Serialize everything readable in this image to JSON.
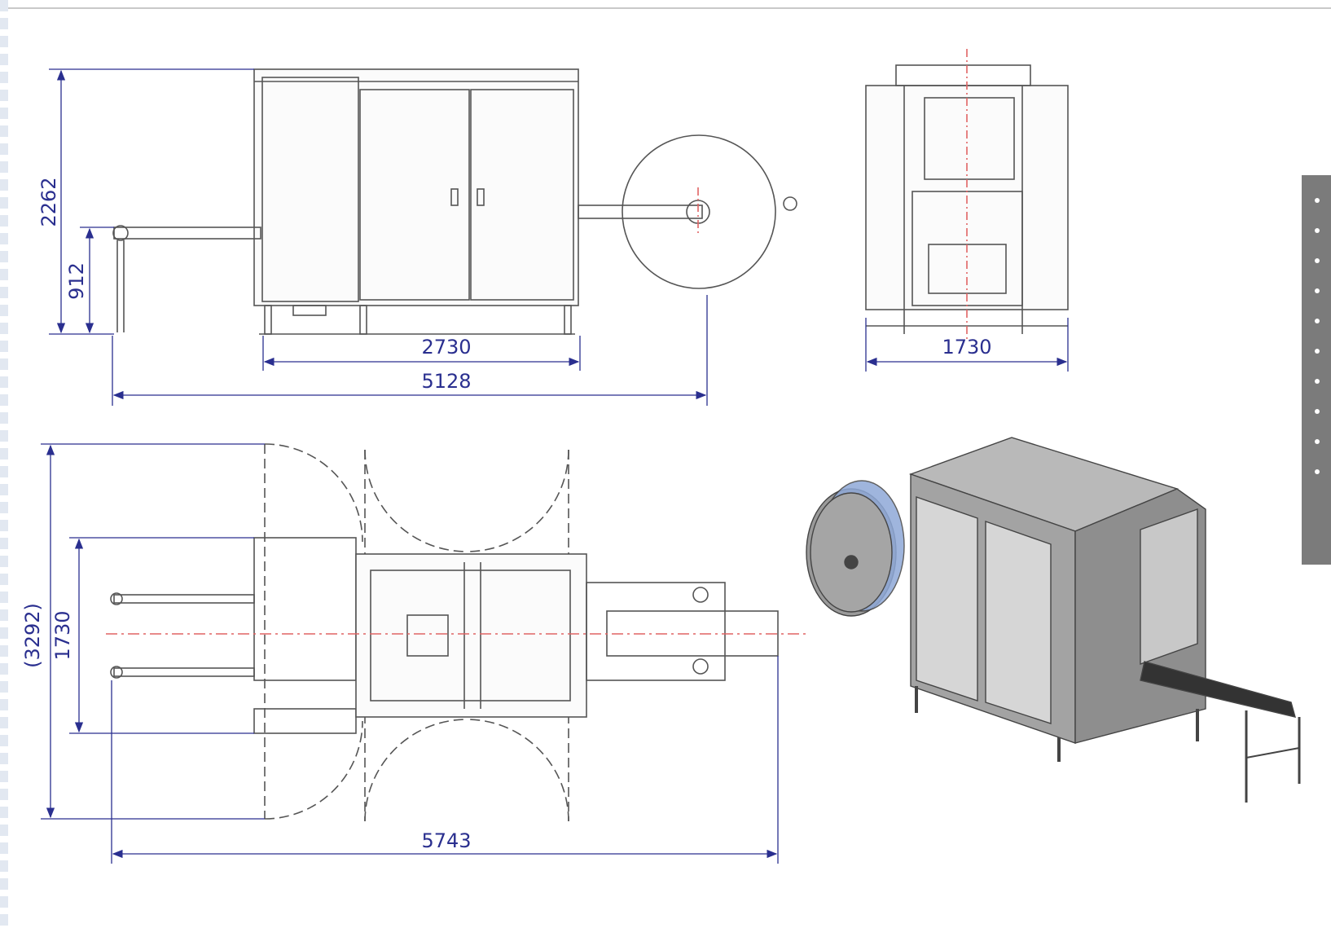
{
  "dimensions": {
    "side_height_total": "2262",
    "side_height_conveyor": "912",
    "side_frame_width": "2730",
    "side_total_length": "5128",
    "front_width": "1730",
    "top_overall_width": "(3292)",
    "top_frame_width": "1730",
    "top_total_length": "5743"
  },
  "views": [
    "side-view",
    "front-view",
    "top-view",
    "isometric-3d-view"
  ],
  "colors": {
    "dimension": "#2a2f8f",
    "centerline": "#e06464",
    "machine_line": "#555555",
    "side_tab": "#7b7b7b",
    "film_reel_3d": "#8fa9d8"
  },
  "side_tab": {
    "items": 10
  }
}
